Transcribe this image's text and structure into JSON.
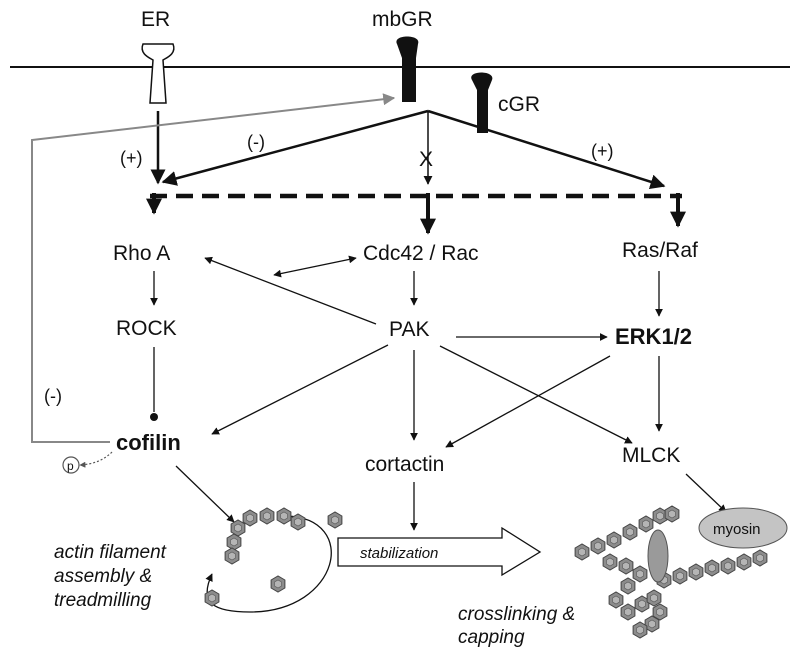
{
  "receptors": {
    "er": "ER",
    "mbgr": "mbGR",
    "cgr": "cGR"
  },
  "signs": {
    "er_plus": "(+)",
    "mbgr_minus": "(-)",
    "ras_plus": "(+)",
    "blocked": "X",
    "cofilin_feedback_minus": "(-)"
  },
  "nodes": {
    "rhoa": "Rho A",
    "cdc42_rac": "Cdc42 / Rac",
    "ras_raf": "Ras/Raf",
    "rock": "ROCK",
    "pak": "PAK",
    "erk": "ERK1/2",
    "cofilin": "cofilin",
    "cortactin": "cortactin",
    "mlck": "MLCK",
    "phospho": "p"
  },
  "outcomes": {
    "assembly_line1": "actin filament",
    "assembly_line2": "assembly &",
    "assembly_line3": "treadmilling",
    "stabilization": "stabilization",
    "crosslinking_line1": "crosslinking &",
    "crosslinking_line2": "capping",
    "myosin": "myosin"
  },
  "colors": {
    "line": "#111111",
    "feedback": "#888888",
    "actin_fill": "#8c8c8c",
    "actin_inner": "#b5b5b5",
    "myosin_fill": "#c4c4c4"
  }
}
